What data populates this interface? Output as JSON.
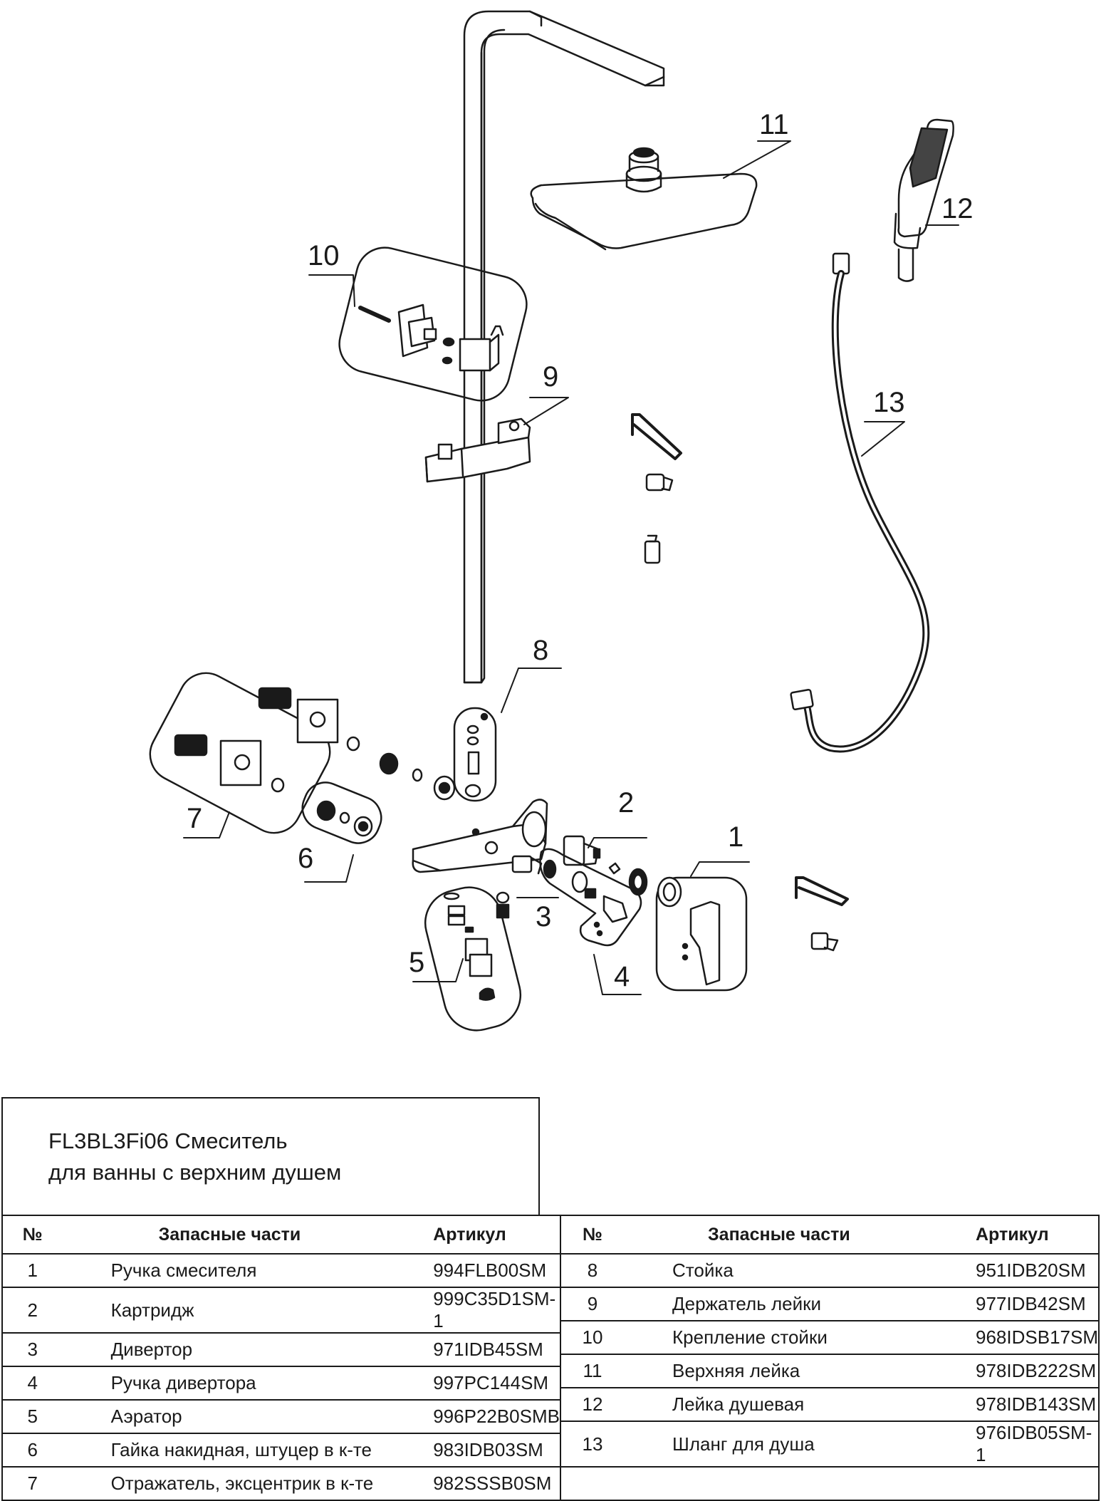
{
  "callouts": [
    "1",
    "2",
    "3",
    "4",
    "5",
    "6",
    "7",
    "8",
    "9",
    "10",
    "11",
    "12",
    "13"
  ],
  "product": {
    "title_line_1": "FL3BL3Fi06 Смеситель",
    "title_line_2": "для ванны с верхним душем"
  },
  "table": {
    "headers": {
      "num": "№",
      "name": "Запасные части",
      "article": "Артикул"
    },
    "left_rows": [
      {
        "num": "1",
        "name": "Ручка смесителя",
        "article": "994FLB00SM"
      },
      {
        "num": "2",
        "name": "Картридж",
        "article": "999C35D1SM-1"
      },
      {
        "num": "3",
        "name": "Дивертор",
        "article": "971IDB45SM"
      },
      {
        "num": "4",
        "name": "Ручка дивертора",
        "article": "997PC144SM"
      },
      {
        "num": "5",
        "name": "Аэратор",
        "article": "996P22B0SMB"
      },
      {
        "num": "6",
        "name": "Гайка накидная, штуцер в к-те",
        "article": "983IDB03SM"
      },
      {
        "num": "7",
        "name": "Отражатель, эксцентрик в к-те",
        "article": "982SSSB0SM"
      }
    ],
    "right_rows": [
      {
        "num": "8",
        "name": "Стойка",
        "article": "951IDB20SM"
      },
      {
        "num": "9",
        "name": "Держатель лейки",
        "article": "977IDB42SM"
      },
      {
        "num": "10",
        "name": "Крепление стойки",
        "article": "968IDSB17SM"
      },
      {
        "num": "11",
        "name": "Верхняя лейка",
        "article": "978IDB222SM"
      },
      {
        "num": "12",
        "name": "Лейка душевая",
        "article": "978IDB143SM"
      },
      {
        "num": "13",
        "name": "Шланг для душа",
        "article": "976IDB05SM-1"
      },
      {
        "num": "",
        "name": "",
        "article": ""
      }
    ]
  }
}
